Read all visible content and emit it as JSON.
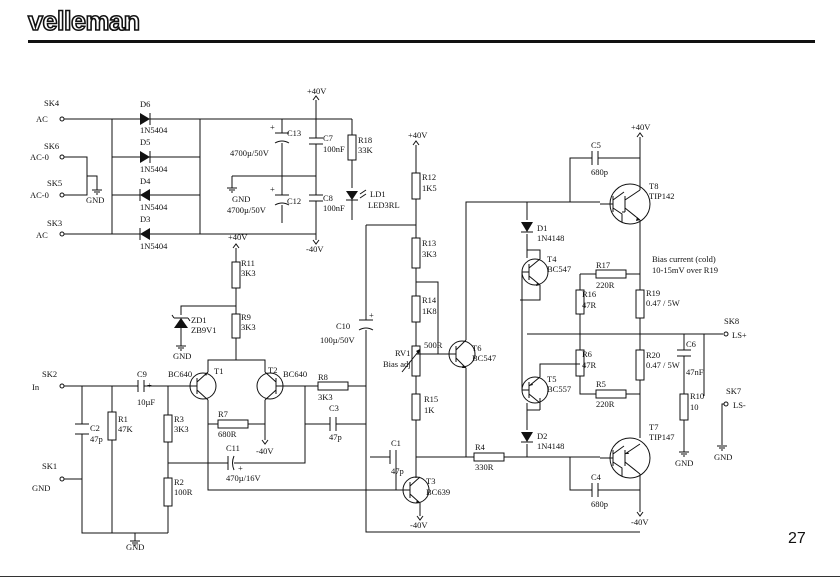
{
  "header": {
    "logo": "velleman",
    "page_number": "27"
  },
  "connectors": {
    "sk4": {
      "ref": "SK4",
      "label": "AC"
    },
    "sk6": {
      "ref": "SK6",
      "label": "AC-0"
    },
    "sk5": {
      "ref": "SK5",
      "label": "AC-0"
    },
    "sk3": {
      "ref": "SK3",
      "label": "AC"
    },
    "sk2": {
      "ref": "SK2",
      "label": "In"
    },
    "sk1": {
      "ref": "SK1",
      "label": "GND"
    },
    "sk8": {
      "ref": "SK8",
      "label": "LS+"
    },
    "sk7": {
      "ref": "SK7",
      "label": "LS-"
    }
  },
  "components": {
    "d6": {
      "ref": "D6",
      "value": "1N5404"
    },
    "d5": {
      "ref": "D5",
      "value": "1N5404"
    },
    "d4": {
      "ref": "D4",
      "value": "1N5404"
    },
    "d3": {
      "ref": "D3",
      "value": "1N5404"
    },
    "c13": {
      "ref": "C13",
      "value": "4700µ/50V"
    },
    "c12": {
      "ref": "C12",
      "value": "4700µ/50V"
    },
    "c7": {
      "ref": "C7",
      "value": "100nF"
    },
    "c8": {
      "ref": "C8",
      "value": "100nF"
    },
    "r18": {
      "ref": "R18",
      "value": "33K"
    },
    "ld1": {
      "ref": "LD1",
      "value": "LED3RL"
    },
    "r11": {
      "ref": "R11",
      "value": "3K3"
    },
    "r9": {
      "ref": "R9",
      "value": "3K3"
    },
    "zd1": {
      "ref": "ZD1",
      "value": "ZB9V1"
    },
    "t1": {
      "ref": "T1",
      "value": "BC640"
    },
    "t2": {
      "ref": "T2",
      "value": "BC640"
    },
    "c9": {
      "ref": "C9",
      "value": "10µF"
    },
    "c2": {
      "ref": "C2",
      "value": "47p"
    },
    "r1": {
      "ref": "R1",
      "value": "47K"
    },
    "r3": {
      "ref": "R3",
      "value": "3K3"
    },
    "r2": {
      "ref": "R2",
      "value": "100R"
    },
    "r7": {
      "ref": "R7",
      "value": "680R"
    },
    "c11": {
      "ref": "C11",
      "value": "470µ/16V"
    },
    "r8": {
      "ref": "R8",
      "value": "3K3"
    },
    "c3": {
      "ref": "C3",
      "value": "47p"
    },
    "c10": {
      "ref": "C10",
      "value": "100µ/50V"
    },
    "r12": {
      "ref": "R12",
      "value": "1K5"
    },
    "r13": {
      "ref": "R13",
      "value": "3K3"
    },
    "r14": {
      "ref": "R14",
      "value": "1K8"
    },
    "rv1": {
      "ref": "RV1",
      "value": "500R",
      "note": "Bias adj"
    },
    "r15": {
      "ref": "R15",
      "value": "1K"
    },
    "t6": {
      "ref": "T6",
      "value": "BC547"
    },
    "c1": {
      "ref": "C1",
      "value": "47p"
    },
    "t3": {
      "ref": "T3",
      "value": "BC639"
    },
    "r4": {
      "ref": "R4",
      "value": "330R"
    },
    "c5": {
      "ref": "C5",
      "value": "680p"
    },
    "t8": {
      "ref": "T8",
      "value": "TIP142"
    },
    "d1": {
      "ref": "D1",
      "value": "1N4148"
    },
    "t4": {
      "ref": "T4",
      "value": "BC547"
    },
    "r17": {
      "ref": "R17",
      "value": "220R"
    },
    "r16": {
      "ref": "R16",
      "value": "47R"
    },
    "r19": {
      "ref": "R19",
      "value": "0.47 / 5W"
    },
    "r6": {
      "ref": "R6",
      "value": "47R"
    },
    "t5": {
      "ref": "T5",
      "value": "BC557"
    },
    "r5": {
      "ref": "R5",
      "value": "220R"
    },
    "r20": {
      "ref": "R20",
      "value": "0.47 / 5W"
    },
    "c6": {
      "ref": "C6",
      "value": "47nF"
    },
    "r10": {
      "ref": "R10",
      "value": "10"
    },
    "d2": {
      "ref": "D2",
      "value": "1N4148"
    },
    "t7": {
      "ref": "T7",
      "value": "TIP147"
    },
    "c4": {
      "ref": "C4",
      "value": "680p"
    }
  },
  "rails": {
    "pos": "+40V",
    "neg": "-40V",
    "gnd": "GND"
  },
  "notes": {
    "bias_line1": "Bias current (cold)",
    "bias_line2": "10-15mV over R19"
  }
}
